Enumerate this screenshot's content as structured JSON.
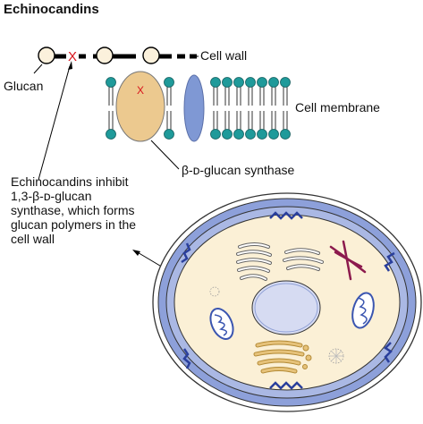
{
  "title": "Echinocandins",
  "labels": {
    "glucan": "Glucan",
    "cell_wall": "Cell wall",
    "cell_membrane": "Cell membrane",
    "enzyme": "β-ᴅ-glucan synthase"
  },
  "description_lines": [
    "Echinocandins inhibit",
    "1,3-β-ᴅ-glucan",
    "synthase, which forms",
    "glucan polymers in the",
    "cell wall"
  ],
  "inhibition_mark": "X",
  "colors": {
    "inhibit_x": "#d8141c",
    "glucan_bead": "#fbf1dc",
    "lipid_head": "#1f9a9a",
    "synthase": "#ecc98f",
    "protein": "#7f98d4",
    "cell_outer_ring": "#8da0da",
    "cytoplasm": "#fbf0d6",
    "nucleus": "#d6dbf2",
    "organelle_dark": "#3a55b0",
    "microtubule": "#8c1a4d"
  }
}
